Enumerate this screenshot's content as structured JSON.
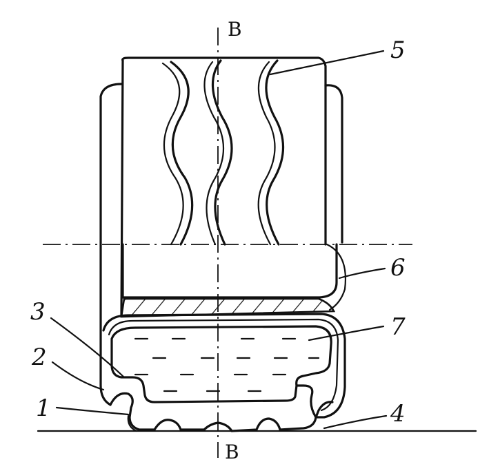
{
  "figure": {
    "axis_label_top": "B",
    "axis_label_bottom": "B",
    "callouts": [
      {
        "id": "1",
        "text": "1"
      },
      {
        "id": "2",
        "text": "2"
      },
      {
        "id": "3",
        "text": "3"
      },
      {
        "id": "4",
        "text": "4"
      },
      {
        "id": "5",
        "text": "5"
      },
      {
        "id": "6",
        "text": "6"
      },
      {
        "id": "7",
        "text": "7"
      }
    ]
  }
}
